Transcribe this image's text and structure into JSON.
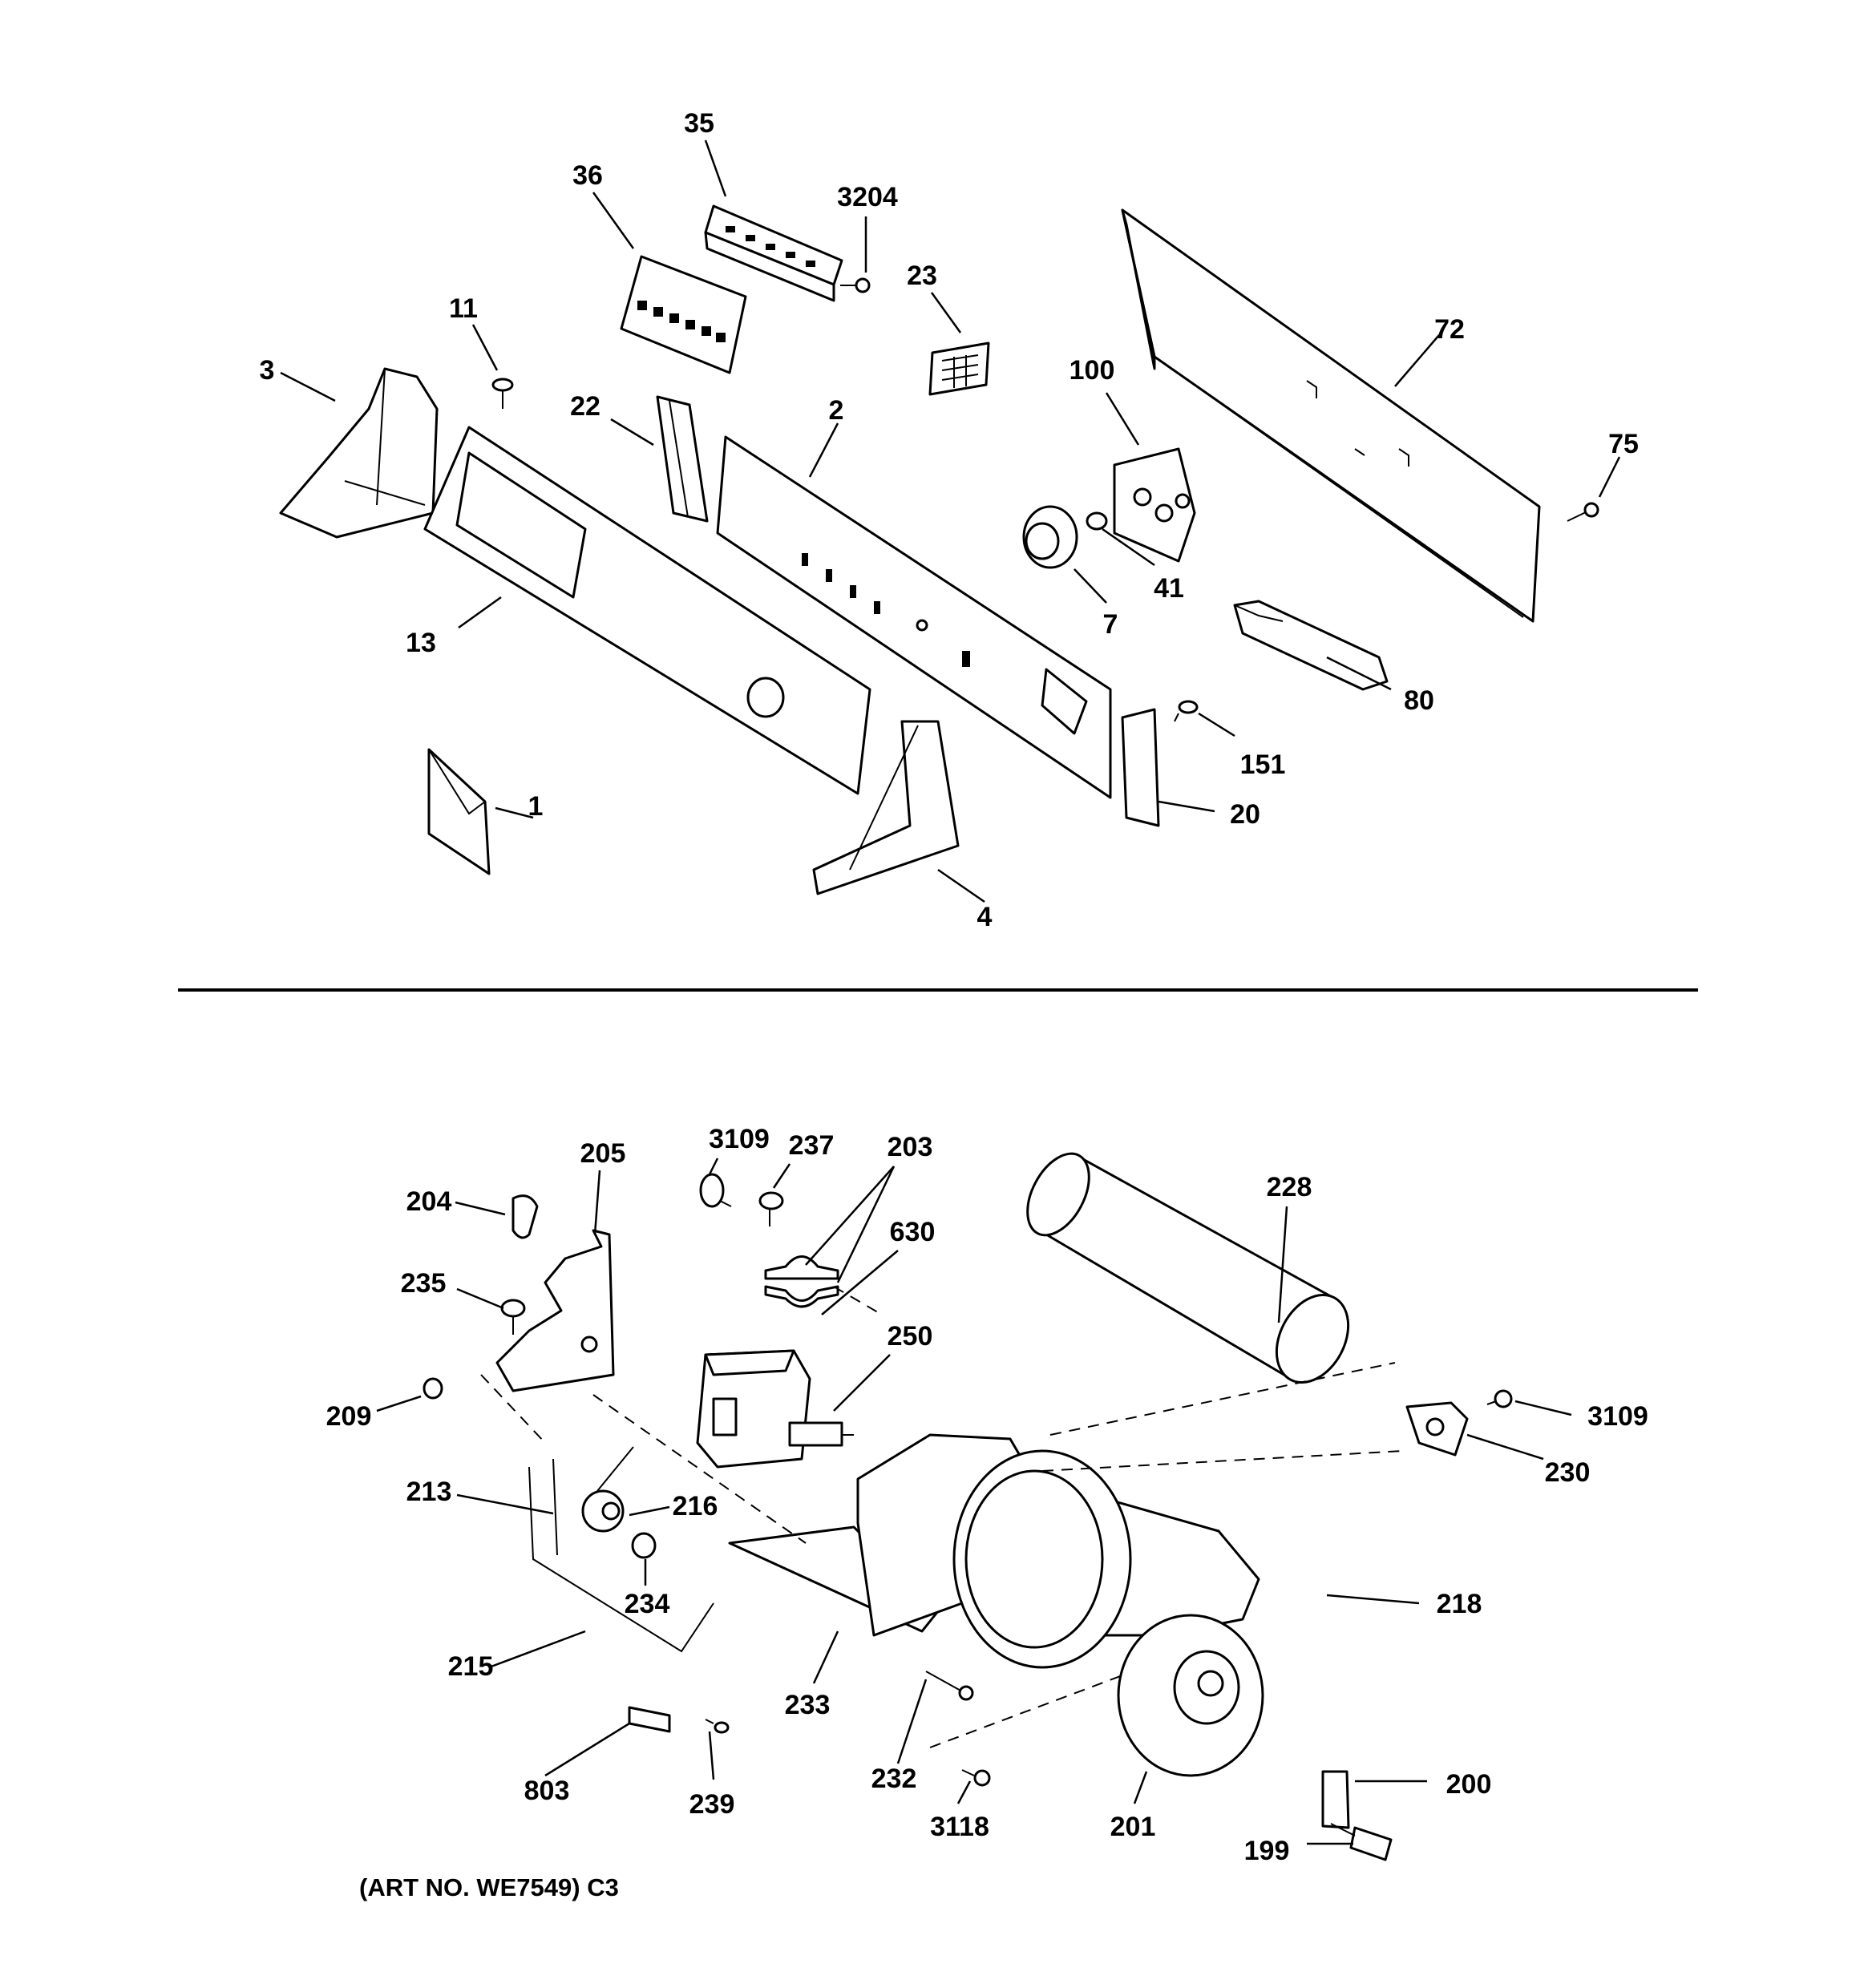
{
  "diagram": {
    "upper_callouts": [
      "35",
      "36",
      "3204",
      "23",
      "72",
      "11",
      "3",
      "22",
      "2",
      "100",
      "75",
      "41",
      "7",
      "13",
      "80",
      "151",
      "1",
      "20",
      "4"
    ],
    "lower_callouts": [
      "3109",
      "237",
      "203",
      "205",
      "204",
      "630",
      "228",
      "235",
      "250",
      "209",
      "3109",
      "230",
      "213",
      "216",
      "218",
      "234",
      "215",
      "233",
      "803",
      "239",
      "232",
      "200",
      "3118",
      "201",
      "199"
    ],
    "art_number": "(ART NO. WE7549) C3"
  }
}
